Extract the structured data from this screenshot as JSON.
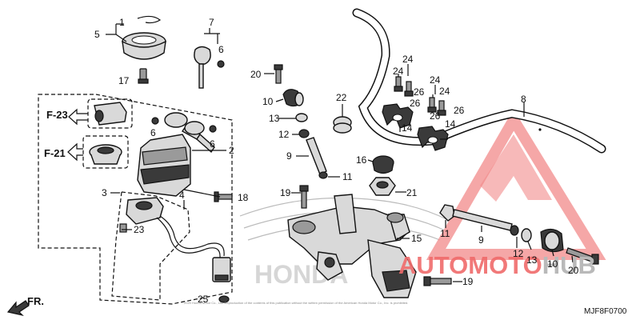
{
  "diagram_code": "MJF8F0700",
  "direction_label": "FR.",
  "references": [
    {
      "label": "F-23"
    },
    {
      "label": "F-21"
    }
  ],
  "callouts": [
    {
      "num": "1"
    },
    {
      "num": "5"
    },
    {
      "num": "17"
    },
    {
      "num": "7"
    },
    {
      "num": "6"
    },
    {
      "num": "6"
    },
    {
      "num": "6"
    },
    {
      "num": "2"
    },
    {
      "num": "3"
    },
    {
      "num": "4"
    },
    {
      "num": "18"
    },
    {
      "num": "23"
    },
    {
      "num": "25"
    },
    {
      "num": "20"
    },
    {
      "num": "10"
    },
    {
      "num": "13"
    },
    {
      "num": "12"
    },
    {
      "num": "9"
    },
    {
      "num": "11"
    },
    {
      "num": "19"
    },
    {
      "num": "22"
    },
    {
      "num": "16"
    },
    {
      "num": "21"
    },
    {
      "num": "15"
    },
    {
      "num": "19"
    },
    {
      "num": "8"
    },
    {
      "num": "24"
    },
    {
      "num": "24"
    },
    {
      "num": "26"
    },
    {
      "num": "26"
    },
    {
      "num": "14"
    },
    {
      "num": "24"
    },
    {
      "num": "24"
    },
    {
      "num": "26"
    },
    {
      "num": "26"
    },
    {
      "num": "14"
    },
    {
      "num": "11"
    },
    {
      "num": "9"
    },
    {
      "num": "12"
    },
    {
      "num": "13"
    },
    {
      "num": "10"
    },
    {
      "num": "20"
    }
  ],
  "watermark": {
    "brand_a": "AUTOMOTO",
    "brand_b": "HUB",
    "bg_text": "HONDA",
    "copyright": "2020 Honda Motor Co., Ltd. Reproduction of the contents of this publication without the written permission of the American Honda Motor Co., Inc. is prohibited.",
    "accent_color": "#e53935"
  }
}
